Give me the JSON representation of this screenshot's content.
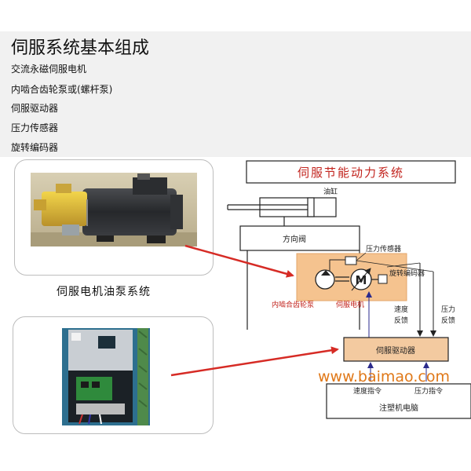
{
  "header": {
    "title": "伺服系统基本组成",
    "items": [
      "交流永磁伺服电机",
      "内啮合齿轮泵或(螺杆泵)",
      "伺服驱动器",
      "压力传感器",
      "旋转编码器"
    ]
  },
  "photos": {
    "pump_caption": "伺服电机油泵系统"
  },
  "diagram": {
    "title": "伺服节能动力系统",
    "cylinder": "油缸",
    "valve": "方向阀",
    "pressure_sensor": "压力传感器",
    "encoder": "旋转编码器",
    "pump": "内啮合齿轮泵",
    "motor": "伺服电机",
    "motor_symbol": "M",
    "speed_feedback": [
      "速度",
      "反馈"
    ],
    "pressure_feedback": [
      "压力",
      "反馈"
    ],
    "driver": "伺服驱动器",
    "speed_command": "速度指令",
    "pressure_command": "压力指令",
    "controller": "注塑机电脑"
  },
  "watermark": "www.baimao.com",
  "colors": {
    "highlight": "#f5c38f",
    "driver_fill": "#f3caa0",
    "arrow": "#d62b25",
    "title_red": "#c2241e",
    "watermark": "#e07818",
    "line": "#222222"
  }
}
